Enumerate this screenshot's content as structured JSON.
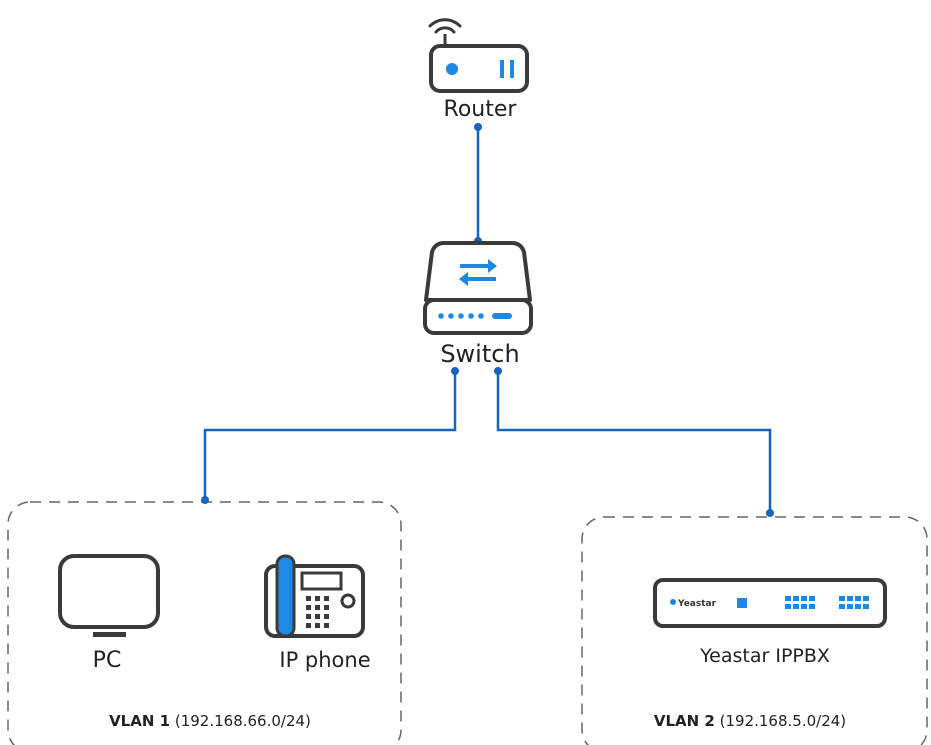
{
  "nodes": {
    "router": {
      "label": "Router",
      "icon": "router-icon"
    },
    "switch": {
      "label": "Switch",
      "icon": "switch-icon"
    },
    "pc": {
      "label": "PC",
      "icon": "monitor-icon"
    },
    "ip_phone": {
      "label": "IP phone",
      "icon": "desk-phone-icon"
    },
    "ippbx": {
      "label": "Yeastar IPPBX",
      "icon": "ippbx-appliance-icon",
      "brand_text": "Yeastar"
    }
  },
  "groups": {
    "vlan1": {
      "name": "VLAN 1",
      "subnet": "(192.168.66.0/24)"
    },
    "vlan2": {
      "name": "VLAN 2",
      "subnet": "(192.168.5.0/24)"
    }
  },
  "edges": [
    {
      "from": "router",
      "to": "switch"
    },
    {
      "from": "switch",
      "to": "vlan1"
    },
    {
      "from": "switch",
      "to": "vlan2"
    }
  ],
  "colors": {
    "link": "#1565C0",
    "accent": "#1E88E5",
    "outline": "#3a3a3a",
    "group_border": "#666666"
  }
}
